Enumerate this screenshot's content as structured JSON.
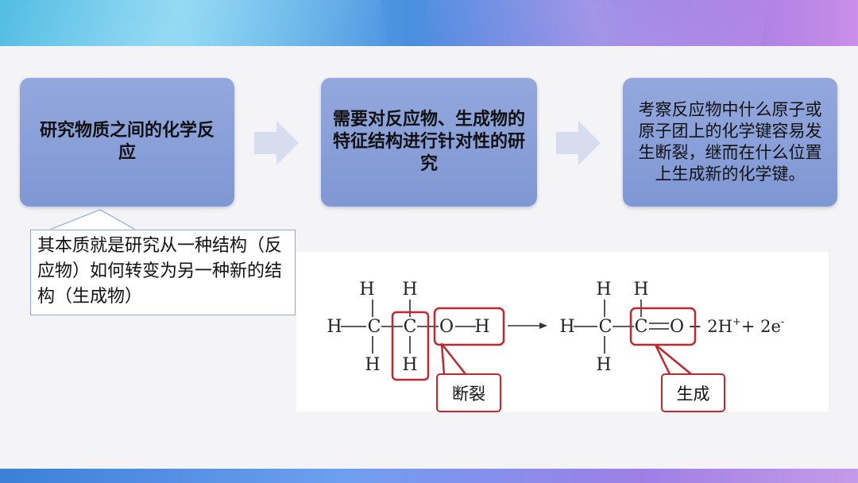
{
  "boxes": [
    {
      "text": "研究物质之间的化学反应"
    },
    {
      "text": "需要对反应物、生成物的特征结构进行针对性的研究"
    },
    {
      "text": "考察反应物中什么原子或原子团上的化学键容易发生断裂，继而在什么位置上生成新的化学键。"
    }
  ],
  "callout": {
    "text": "其本质就是研究从一种结构（反应物）如何转变为另一种新的结构（生成物）"
  },
  "reaction": {
    "atom_H": "H",
    "atom_C": "C",
    "atom_O": "O",
    "products_tail": "+ 2H",
    "charge_plus": "+",
    "electrons": "+ 2e",
    "charge_minus": "-"
  },
  "labels": {
    "break": "断裂",
    "form": "生成"
  },
  "colors": {
    "box": "#8aa0d8",
    "highlight": "#c1272d",
    "arrow": "#d7dcef"
  }
}
